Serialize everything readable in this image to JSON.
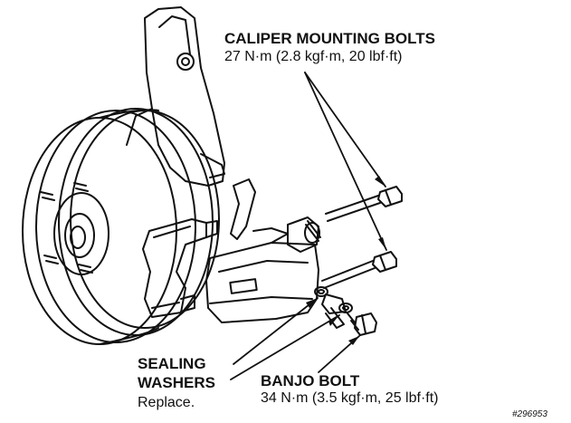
{
  "labels": {
    "caliper_title": "CALIPER MOUNTING BOLTS",
    "caliper_torque": "27 N·m (2.8 kgf·m, 20 lbf·ft)",
    "sealing_line1": "SEALING",
    "sealing_line2": "WASHERS",
    "sealing_line3": "Replace.",
    "banjo_title": "BANJO BOLT",
    "banjo_torque": "34 N·m (3.5 kgf·m, 25 lbf·ft)",
    "image_id": "#296953"
  },
  "colors": {
    "ink": "#111111",
    "paper": "#ffffff"
  }
}
